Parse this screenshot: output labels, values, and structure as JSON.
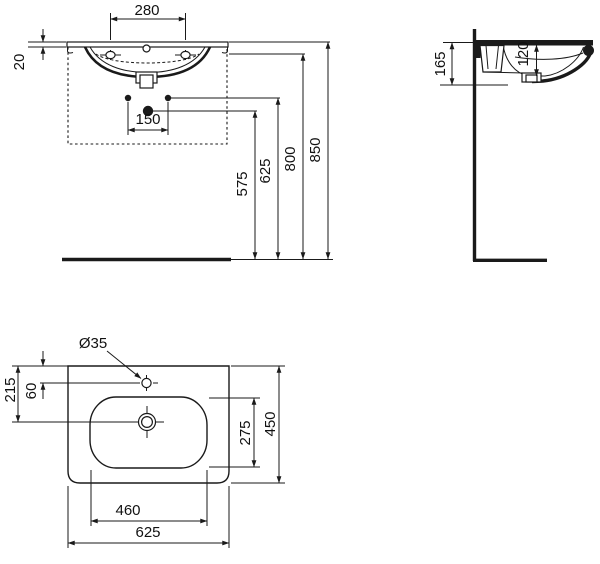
{
  "drawing": {
    "type": "washbasin installation dimensional drawing",
    "line_color": "#1a1a1a",
    "background": "#ffffff"
  },
  "views": {
    "front": {
      "dims": {
        "tap_hole_spacing": "280",
        "rim_thickness": "20",
        "fixing_hole_spacing": "150",
        "waste_outlet_height": "575",
        "fixing_holes_height": "625",
        "underside_height": "800",
        "rim_top_height": "850"
      }
    },
    "side": {
      "dims": {
        "profile_height": "165",
        "bowl_inner_depth": "120"
      }
    },
    "plan": {
      "dims": {
        "tap_hole_diameter": "Ø35",
        "back_to_waste_center": "215",
        "back_to_tap_center": "60",
        "bowl_front_to_back": "275",
        "overall_front_to_back": "450",
        "bowl_width": "460",
        "overall_width": "625"
      }
    }
  }
}
